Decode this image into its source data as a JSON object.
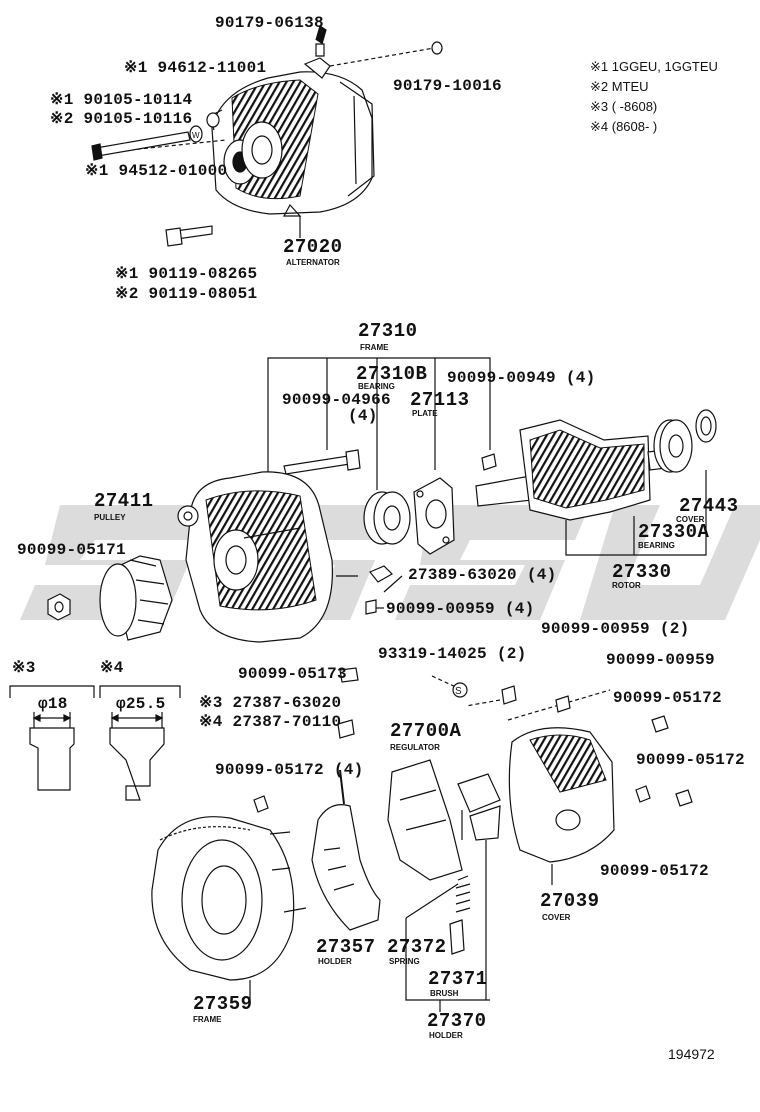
{
  "notes": [
    "※1 1GGEU, 1GGTEU",
    "※2 MTEU",
    "※3 (      -8608)",
    "※4 (8608-      )"
  ],
  "labels": {
    "p90179_06138": "90179-06138",
    "p90179_10016": "90179-10016",
    "p94612_11001": "※1 94612-11001",
    "p90105_10114": "※1 90105-10114",
    "p90105_10116": "※2 90105-10116",
    "p94512_01000": "※1 94512-01000",
    "p27020": "27020",
    "c27020": "ALTERNATOR",
    "p90119_08265": "※1 90119-08265",
    "p90119_08051": "※2 90119-08051",
    "p27310": "27310",
    "c27310": "FRAME",
    "p27310B": "27310B",
    "c27310B": "BEARING",
    "p90099_00949": "90099-00949 (4)",
    "p90099_04966": "90099-04966",
    "p90099_04966_q": "(4)",
    "p27113": "27113",
    "c27113": "PLATE",
    "p27411": "27411",
    "c27411": "PULLEY",
    "p90099_05171": "90099-05171",
    "p27443": "27443",
    "c27443": "COVER",
    "p27330A": "27330A",
    "c27330A": "BEARING",
    "p27330": "27330",
    "c27330": "ROTOR",
    "p27389": "27389-63020 (4)",
    "p90099_00959_4": "90099-00959 (4)",
    "p90099_00959_2": "90099-00959 (2)",
    "p93319": "93319-14025 (2)",
    "p90099_00959": "90099-00959",
    "p90099_05173": "90099-05173",
    "p27387_63020": "※3 27387-63020",
    "p27387_70110": "※4 27387-70110",
    "p27700A": "27700A",
    "c27700A": "REGULATOR",
    "p90099_05172_a": "90099-05172",
    "p90099_05172_b": "90099-05172",
    "p90099_05172_c": "90099-05172",
    "p90099_05172_4": "90099-05172 (4)",
    "p27039": "27039",
    "c27039": "COVER",
    "p27357": "27357",
    "c27357": "HOLDER",
    "p27372": "27372",
    "c27372": "SPRING",
    "p27371": "27371",
    "c27371": "BRUSH",
    "p27370": "27370",
    "c27370": "HOLDER",
    "p27359": "27359",
    "c27359": "FRAME",
    "var3": "※3",
    "var4": "※4",
    "dia18": "φ18",
    "dia25": "φ25.5"
  },
  "catalog_number": "194972"
}
